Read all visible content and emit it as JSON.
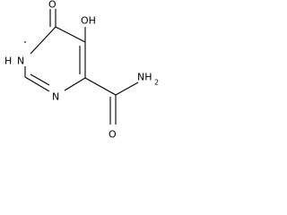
{
  "molecule": {
    "atoms": {
      "carbonyl_oxygen": "O",
      "hydroxyl_group": "OH",
      "ring_nh": "H",
      "ring_nh_n": "N",
      "ring_n": "N",
      "amide_nh2_n": "NH",
      "amide_nh2_sub": "2",
      "amide_oxygen": "O"
    }
  }
}
